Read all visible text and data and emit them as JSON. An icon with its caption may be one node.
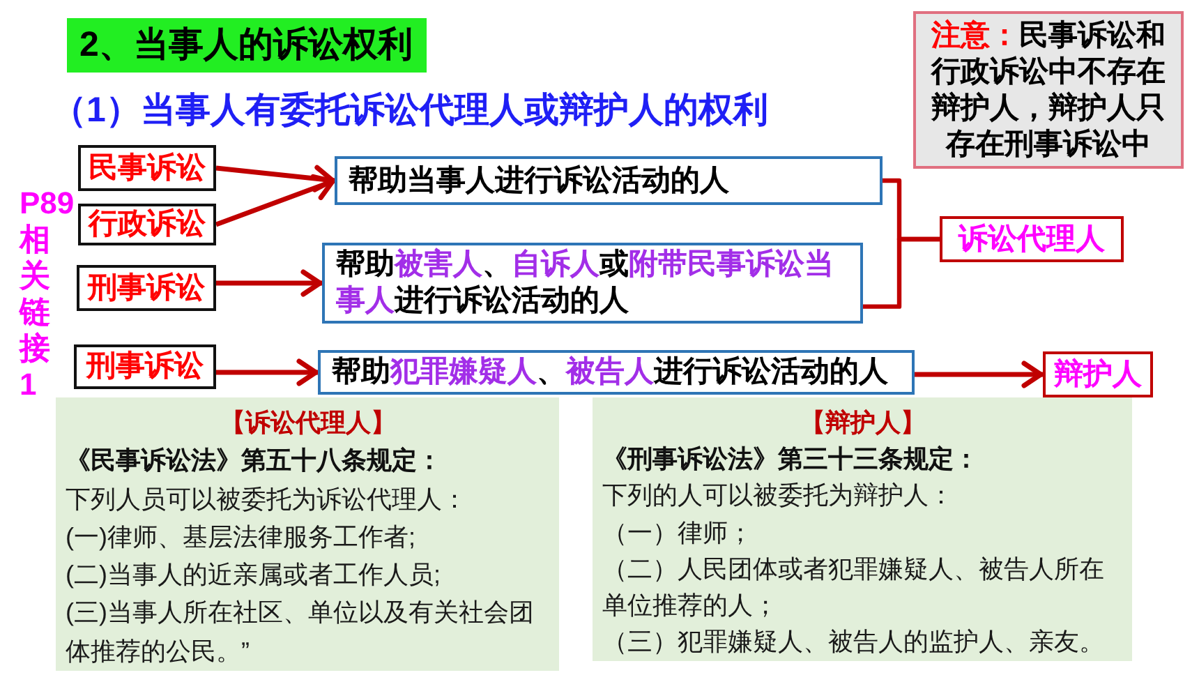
{
  "diagram": {
    "title": "2、当事人的诉讼权利",
    "nodes": [
      {
        "text": [
          "**注意：**民事诉讼和行政诉讼中不存在辩护人，辩护人只存在刑事诉讼中"
        ]
      },
      {
        "text": [
          "民事诉讼"
        ]
      },
      {
        "text": [
          "帮助当事人进行诉讼活动的人"
        ]
      },
      {
        "text": [
          "行政诉讼"
        ]
      },
      {
        "text": [
          "诉讼代理人"
        ]
      },
      {
        "text": [
          "帮助**被害人**、**自诉人**或**附带民事诉讼当事人**进行诉讼活动的人"
        ]
      },
      {
        "text": [
          "刑事诉讼"
        ]
      },
      {
        "text": [
          "刑事诉讼"
        ]
      },
      {
        "text": [
          "帮助**犯罪嫌疑人**、**被告人**进行诉讼活动的人"
        ]
      },
      {
        "text": [
          "辩护人"
        ]
      },
      {
        "text": [
          "【诉讼代理人】",
          "《民事诉讼法》第五十八条规定：",
          "下列人员可以被委托为诉讼代理人：",
          "(一)律师、基层法律服务工作者;",
          "(二)当事人的近亲属或者工作人员;",
          "(三)当事人所在社区、单位以及有关社会团体推荐的公民。”"
        ]
      },
      {
        "text": [
          "【辩护人】",
          "《刑事诉讼法》第三十三条规定：",
          "下列的人可以被委托为辩护人：",
          "（一）律师；",
          "（二）人民团体或者犯罪嫌疑人、被告人所在单位推荐的人；",
          "（三）犯罪嫌疑人、被告人的监护人、亲友。"
        ]
      }
    ],
    "edges": [
      {
        "from": 1,
        "to": 2,
        "arrow": "to"
      },
      {
        "from": 3,
        "to": 2,
        "arrow": "to"
      },
      {
        "from": 6,
        "to": 5,
        "arrow": "to"
      },
      {
        "from": 7,
        "to": 8,
        "arrow": "to"
      },
      {
        "from": 8,
        "to": 9,
        "arrow": "to"
      },
      {
        "from": 2,
        "to": 4,
        "arrow": "none"
      },
      {
        "from": 5,
        "to": 4,
        "arrow": "none"
      }
    ],
    "labels": [
      "（1）当事人有委托诉讼代理人或辩护人的权利",
      "P89相关链接1"
    ]
  }
}
